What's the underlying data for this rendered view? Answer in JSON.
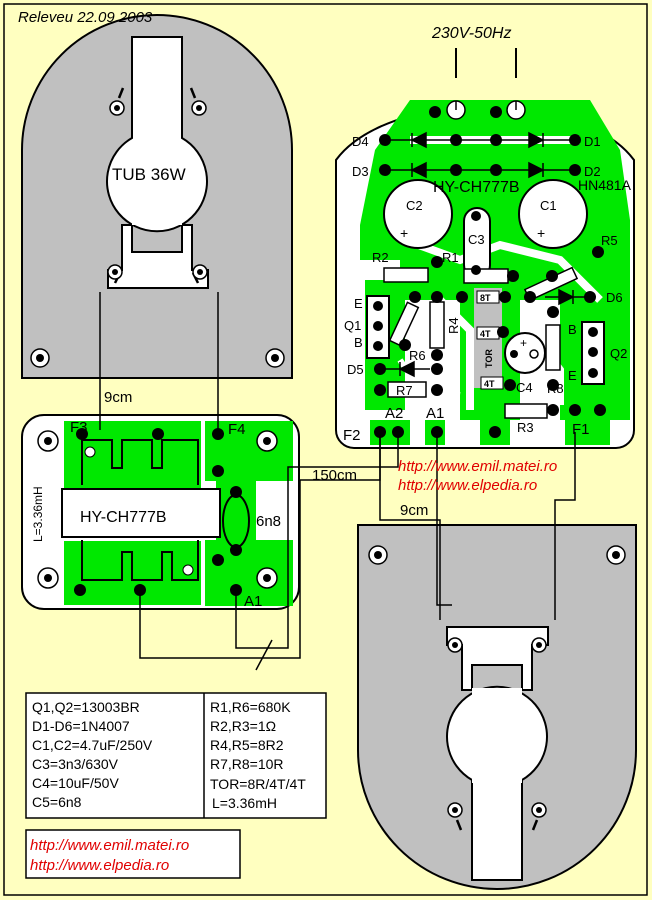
{
  "header": {
    "date": "Releveu 22.09.2003",
    "supply": "230V-50Hz"
  },
  "lamp": {
    "tube": "TUB 36W"
  },
  "board": {
    "model": "HY-CH777B",
    "chip": "HN481A"
  },
  "coil": {
    "model": "HY-CH777B",
    "inductance": "L=3.36mH",
    "cap": "6n8",
    "pins": [
      "F3",
      "F4",
      "A1"
    ]
  },
  "wires": {
    "w9a": "9cm",
    "w9b": "9cm",
    "w150": "150cm"
  },
  "components": {
    "diodes": [
      "D1",
      "D2",
      "D3",
      "D4",
      "D5",
      "D6"
    ],
    "resistors": [
      "R1",
      "R2",
      "R3",
      "R4",
      "R5",
      "R6",
      "R7",
      "R8"
    ],
    "caps": [
      "C1",
      "C2",
      "C3",
      "C4"
    ],
    "transistors": [
      "Q1",
      "Q2"
    ],
    "pins": [
      "E",
      "B",
      "B",
      "E"
    ],
    "tor": "TOR",
    "taps": [
      "8T",
      "4T",
      "4T"
    ],
    "conn": [
      "F2",
      "A2",
      "A1",
      "F1"
    ],
    "plus": [
      "+",
      "+",
      "+"
    ]
  },
  "links": [
    "http://www.emil.matei.ro",
    "http://www.elpedia.ro"
  ],
  "bom": {
    "left": [
      "Q1,Q2=13003BR",
      "D1-D6=1N4007",
      "C1,C2=4.7uF/250V",
      "C3=3n3/630V",
      "C4=10uF/50V",
      "C5=6n8"
    ],
    "right": [
      "R1,R6=680K",
      "R2,R3=1Ω",
      "R4,R5=8R2",
      "R7,R8=10R",
      "TOR=8R/4T/4T",
      "L=3.36mH"
    ]
  },
  "colors": {
    "background": "#ffffc0",
    "board": "#00e800",
    "holder": "#c0c0c0",
    "link": "#e00000"
  }
}
